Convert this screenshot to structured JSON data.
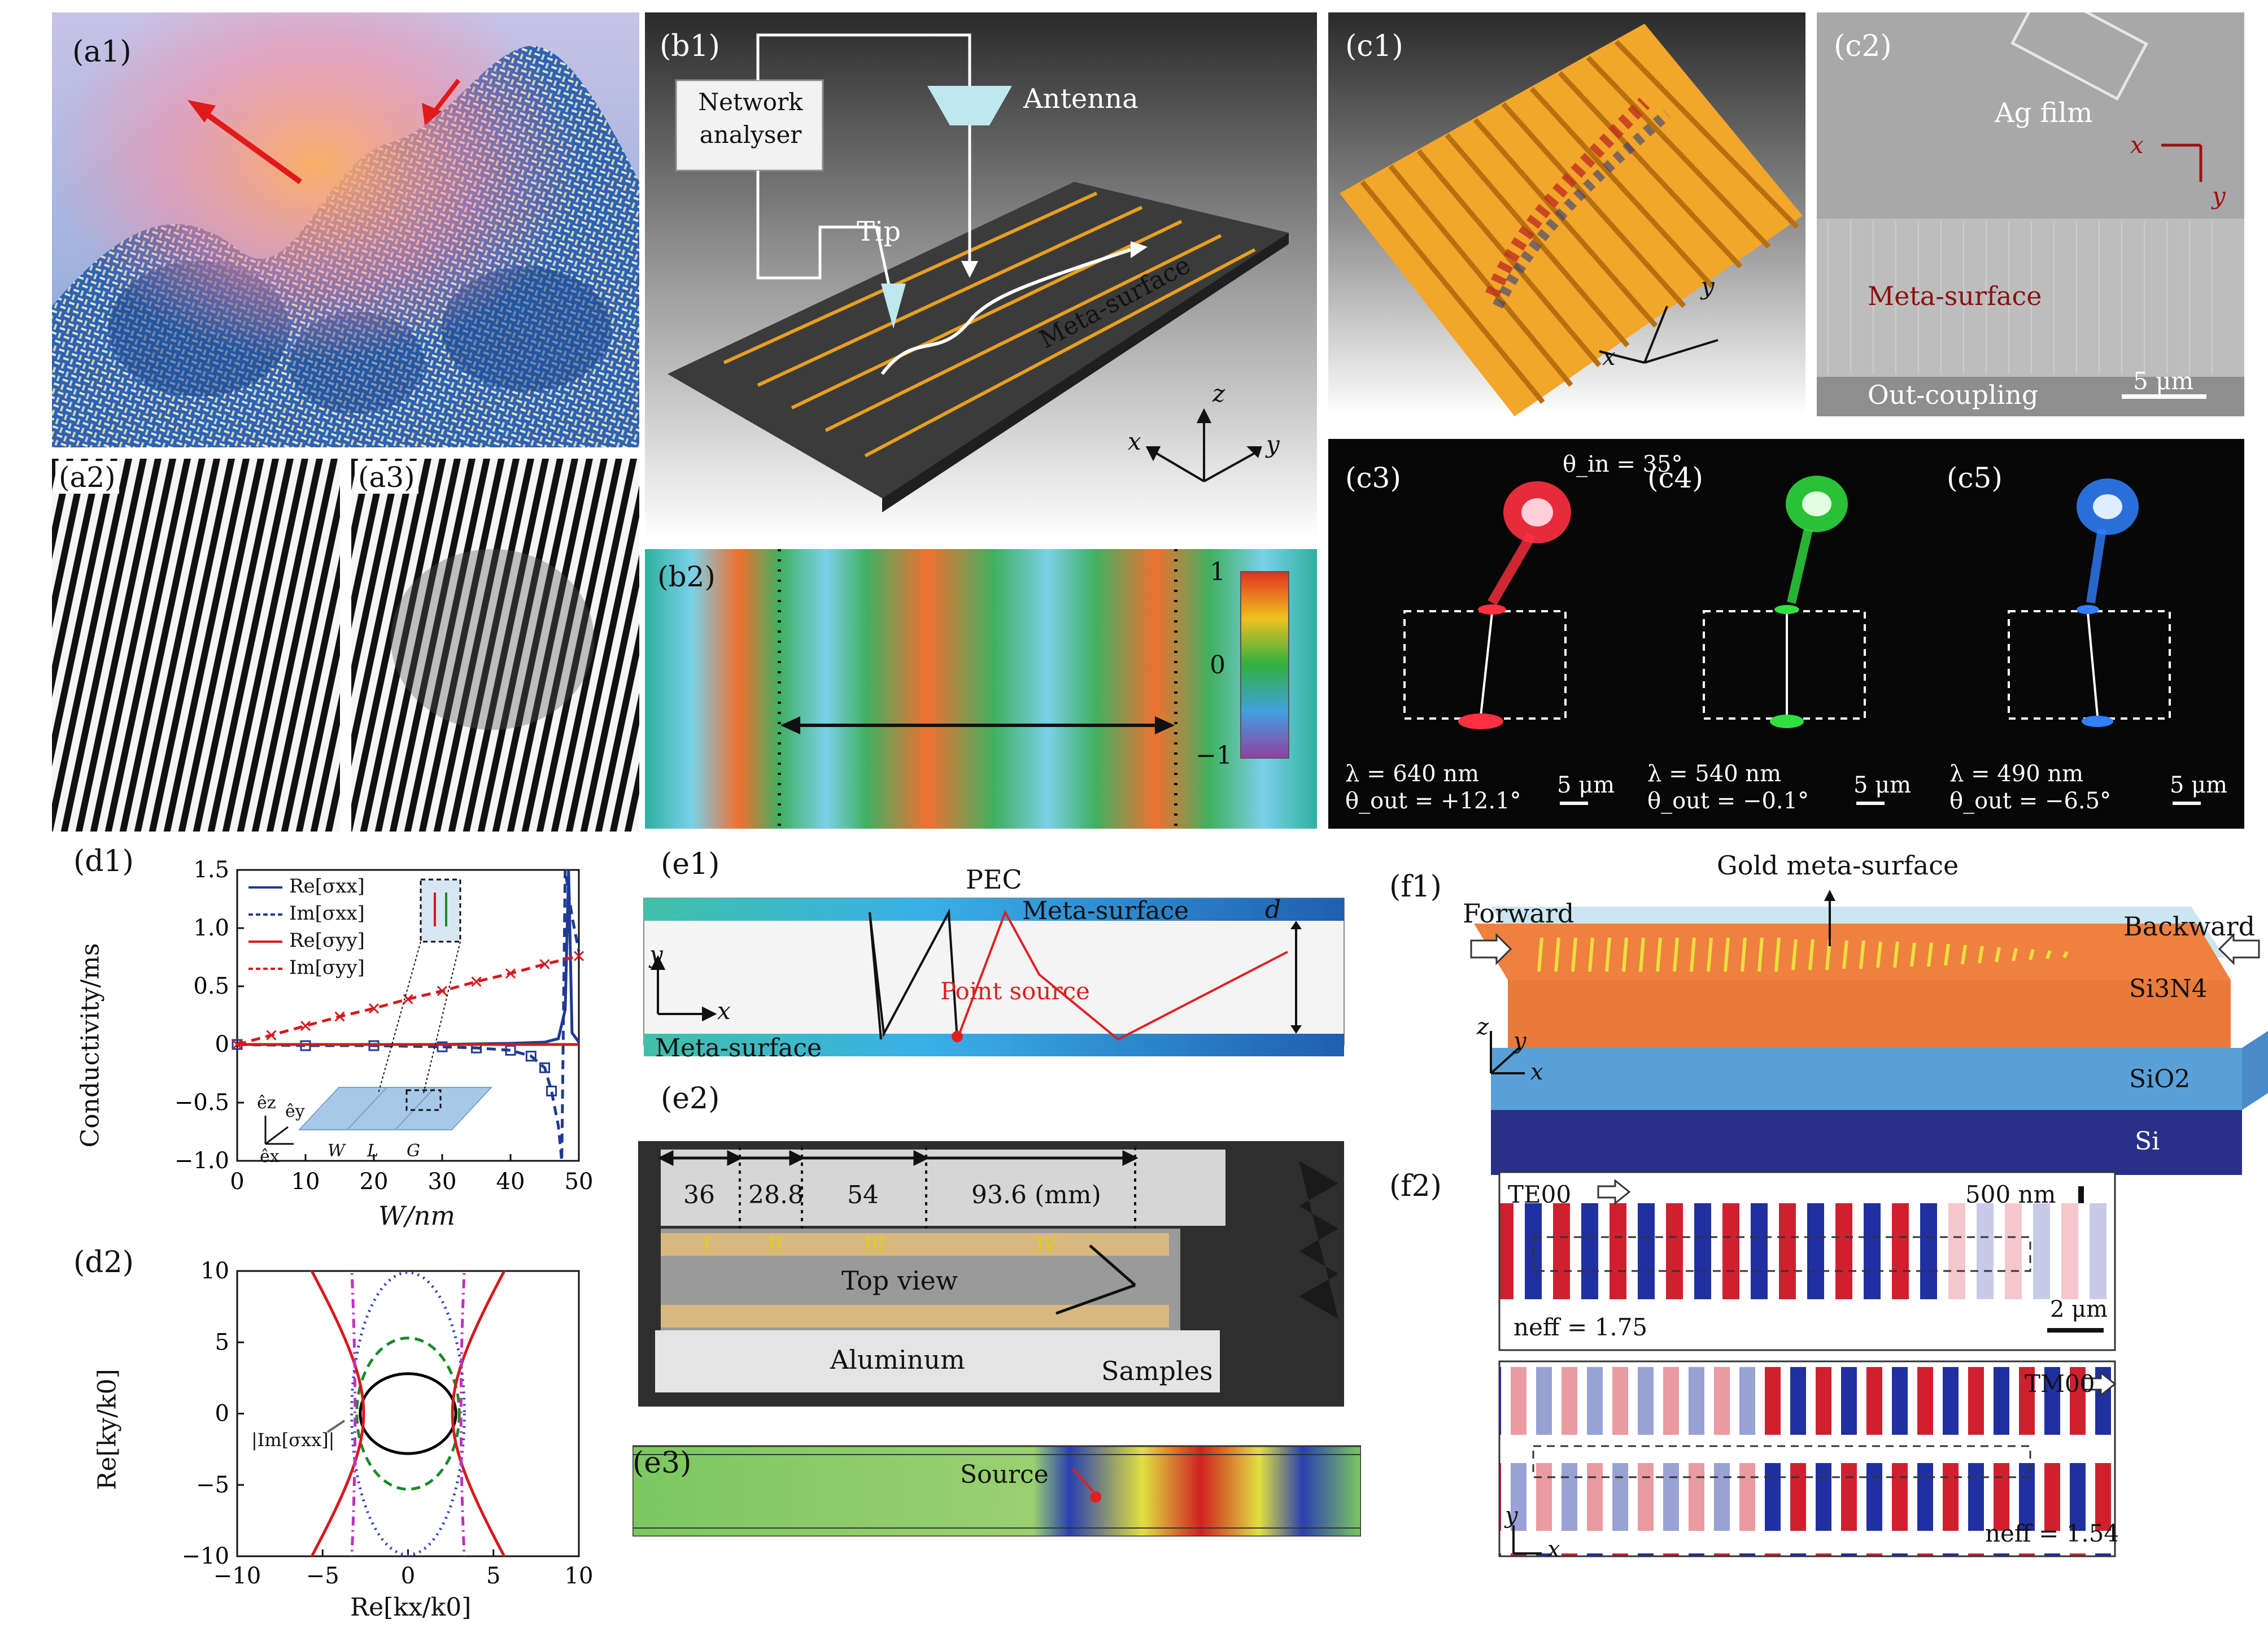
{
  "panels": {
    "a1": "(a1)",
    "a2": "(a2)",
    "a3": "(a3)",
    "b1": "(b1)",
    "b2": "(b2)",
    "c1": "(c1)",
    "c2": "(c2)",
    "c3": "(c3)",
    "c4": "(c4)",
    "c5": "(c5)",
    "d1": "(d1)",
    "d2": "(d2)",
    "e1": "(e1)",
    "e2": "(e2)",
    "e3": "(e3)",
    "f1": "(f1)",
    "f2": "(f2)"
  },
  "b1": {
    "network_analyser": [
      "Network",
      "analyser"
    ],
    "antenna": "Antenna",
    "tip": "Tip",
    "meta_surface": "Meta-surface",
    "axes": {
      "x": "x",
      "y": "y",
      "z": "z"
    }
  },
  "b2": {
    "colorbar_ticks": [
      "1",
      "0",
      "−1"
    ]
  },
  "c1": {
    "axes": {
      "x": "x",
      "y": "y"
    }
  },
  "c2": {
    "ag_film": "Ag film",
    "meta_surface": "Meta-surface",
    "out_coupling": "Out-coupling",
    "scale": "5 μm",
    "axes": {
      "x": "x",
      "y": "y"
    }
  },
  "c3": {
    "theta_in": "θ_in = 35°",
    "lambda": "λ = 640 nm",
    "theta_out": "θ_out = +12.1°",
    "scale": "5 μm"
  },
  "c4": {
    "lambda": "λ = 540 nm",
    "theta_out": "θ_out = −0.1°",
    "scale": "5 μm"
  },
  "c5": {
    "lambda": "λ = 490 nm",
    "theta_out": "θ_out = −6.5°",
    "scale": "5 μm"
  },
  "d1": {
    "ylabel": "Conductivity/ms",
    "xlabel": "W/nm",
    "xticks": [
      "0",
      "10",
      "20",
      "30",
      "40",
      "50"
    ],
    "yticks": [
      "1.5",
      "1.0",
      "0.5",
      "0",
      "−0.5",
      "−1.0"
    ],
    "legend": [
      "Re[σxx]",
      "Im[σxx]",
      "Re[σyy]",
      "Im[σyy]"
    ],
    "inset_labels": {
      "ez": "êz",
      "ey": "êy",
      "ex": "êx",
      "w": "W",
      "l": "L",
      "g": "G"
    }
  },
  "d2": {
    "ylabel": "Re[ky/k0]",
    "xlabel": "Re[kx/k0]",
    "xticks": [
      "−10",
      "−5",
      "0",
      "5",
      "10"
    ],
    "yticks": [
      "10",
      "5",
      "0",
      "−5",
      "−10"
    ],
    "annotation": "|Im[σxx]|"
  },
  "e1": {
    "pec": "PEC",
    "meta_surface_top": "Meta-surface",
    "meta_surface_bottom": "Meta-surface",
    "point_source": "Point source",
    "d": "d",
    "axes": {
      "x": "x",
      "y": "y"
    }
  },
  "e2": {
    "dims": [
      "36",
      "28.8",
      "54",
      "93.6 (mm)"
    ],
    "roman": [
      "I",
      "II",
      "III",
      "IV"
    ],
    "top_view": "Top view",
    "aluminum": "Aluminum",
    "samples": "Samples"
  },
  "e3": {
    "source": "Source"
  },
  "f1": {
    "gold_meta_surface": "Gold meta-surface",
    "forward": "Forward",
    "backward": "Backward",
    "si3n4": "Si3N4",
    "sio2": "SiO2",
    "si": "Si",
    "axes": {
      "x": "x",
      "y": "y",
      "z": "z"
    }
  },
  "f2": {
    "te00": "TE00",
    "tm00": "TM00",
    "scale_top": "500 nm",
    "scale_2um": "2 μm",
    "neff_te": "neff = 1.75",
    "neff_tm": "neff = 1.54",
    "axes": {
      "x": "x",
      "y": "y"
    }
  },
  "chart_data": [
    {
      "type": "line",
      "title": "",
      "xlabel": "W/nm",
      "ylabel": "Conductivity/ms",
      "xlim": [
        0,
        50
      ],
      "ylim": [
        -1.0,
        1.5
      ],
      "legend_position": "top-left",
      "series": [
        {
          "name": "Re[σxx]",
          "color": "#1f3a93",
          "dash": "solid",
          "x": [
            0,
            10,
            20,
            30,
            40,
            45,
            47,
            48,
            48.5,
            49,
            50
          ],
          "y": [
            0,
            0,
            0,
            0,
            0.01,
            0.02,
            0.05,
            0.3,
            1.5,
            0.1,
            0.02
          ]
        },
        {
          "name": "Im[σxx]",
          "color": "#1f3a93",
          "dash": "dashed",
          "x": [
            0,
            10,
            20,
            30,
            35,
            40,
            43,
            45,
            46,
            47,
            47.5,
            48,
            49,
            50
          ],
          "y": [
            0,
            -0.01,
            -0.01,
            -0.02,
            -0.03,
            -0.05,
            -0.1,
            -0.2,
            -0.4,
            -0.7,
            -1.0,
            1.5,
            1.1,
            0.8
          ]
        },
        {
          "name": "Re[σyy]",
          "color": "#d7191c",
          "dash": "solid",
          "x": [
            0,
            10,
            20,
            30,
            40,
            50
          ],
          "y": [
            0,
            0,
            0,
            0,
            0,
            0
          ]
        },
        {
          "name": "Im[σyy]",
          "color": "#d7191c",
          "dash": "dashed",
          "x": [
            0,
            5,
            10,
            15,
            20,
            25,
            30,
            35,
            40,
            45,
            50
          ],
          "y": [
            0,
            0.08,
            0.16,
            0.24,
            0.31,
            0.39,
            0.46,
            0.54,
            0.61,
            0.69,
            0.76
          ]
        }
      ]
    },
    {
      "type": "line",
      "title": "",
      "xlabel": "Re[kx/k0]",
      "ylabel": "Re[ky/k0]",
      "xlim": [
        -10,
        10
      ],
      "ylim": [
        -10,
        10
      ],
      "series": [
        {
          "shape": "circle",
          "color": "#000000",
          "dash": "solid",
          "rx": 2.8,
          "ry": 2.8
        },
        {
          "shape": "ellipse",
          "color": "#1a8a2a",
          "dash": "dashed",
          "rx": 3.0,
          "ry": 5.3
        },
        {
          "shape": "ellipse",
          "color": "#2b3fbf",
          "dash": "dotted",
          "rx": 3.3,
          "ry": 9.9
        },
        {
          "shape": "hyperbola",
          "color": "#d7191c",
          "dash": "solid",
          "a": 2.6,
          "slope": 2.0
        },
        {
          "shape": "hyperbola",
          "color": "#c030c0",
          "dash": "dashdot",
          "a": 3.1,
          "slope": 9.0
        }
      ]
    }
  ]
}
